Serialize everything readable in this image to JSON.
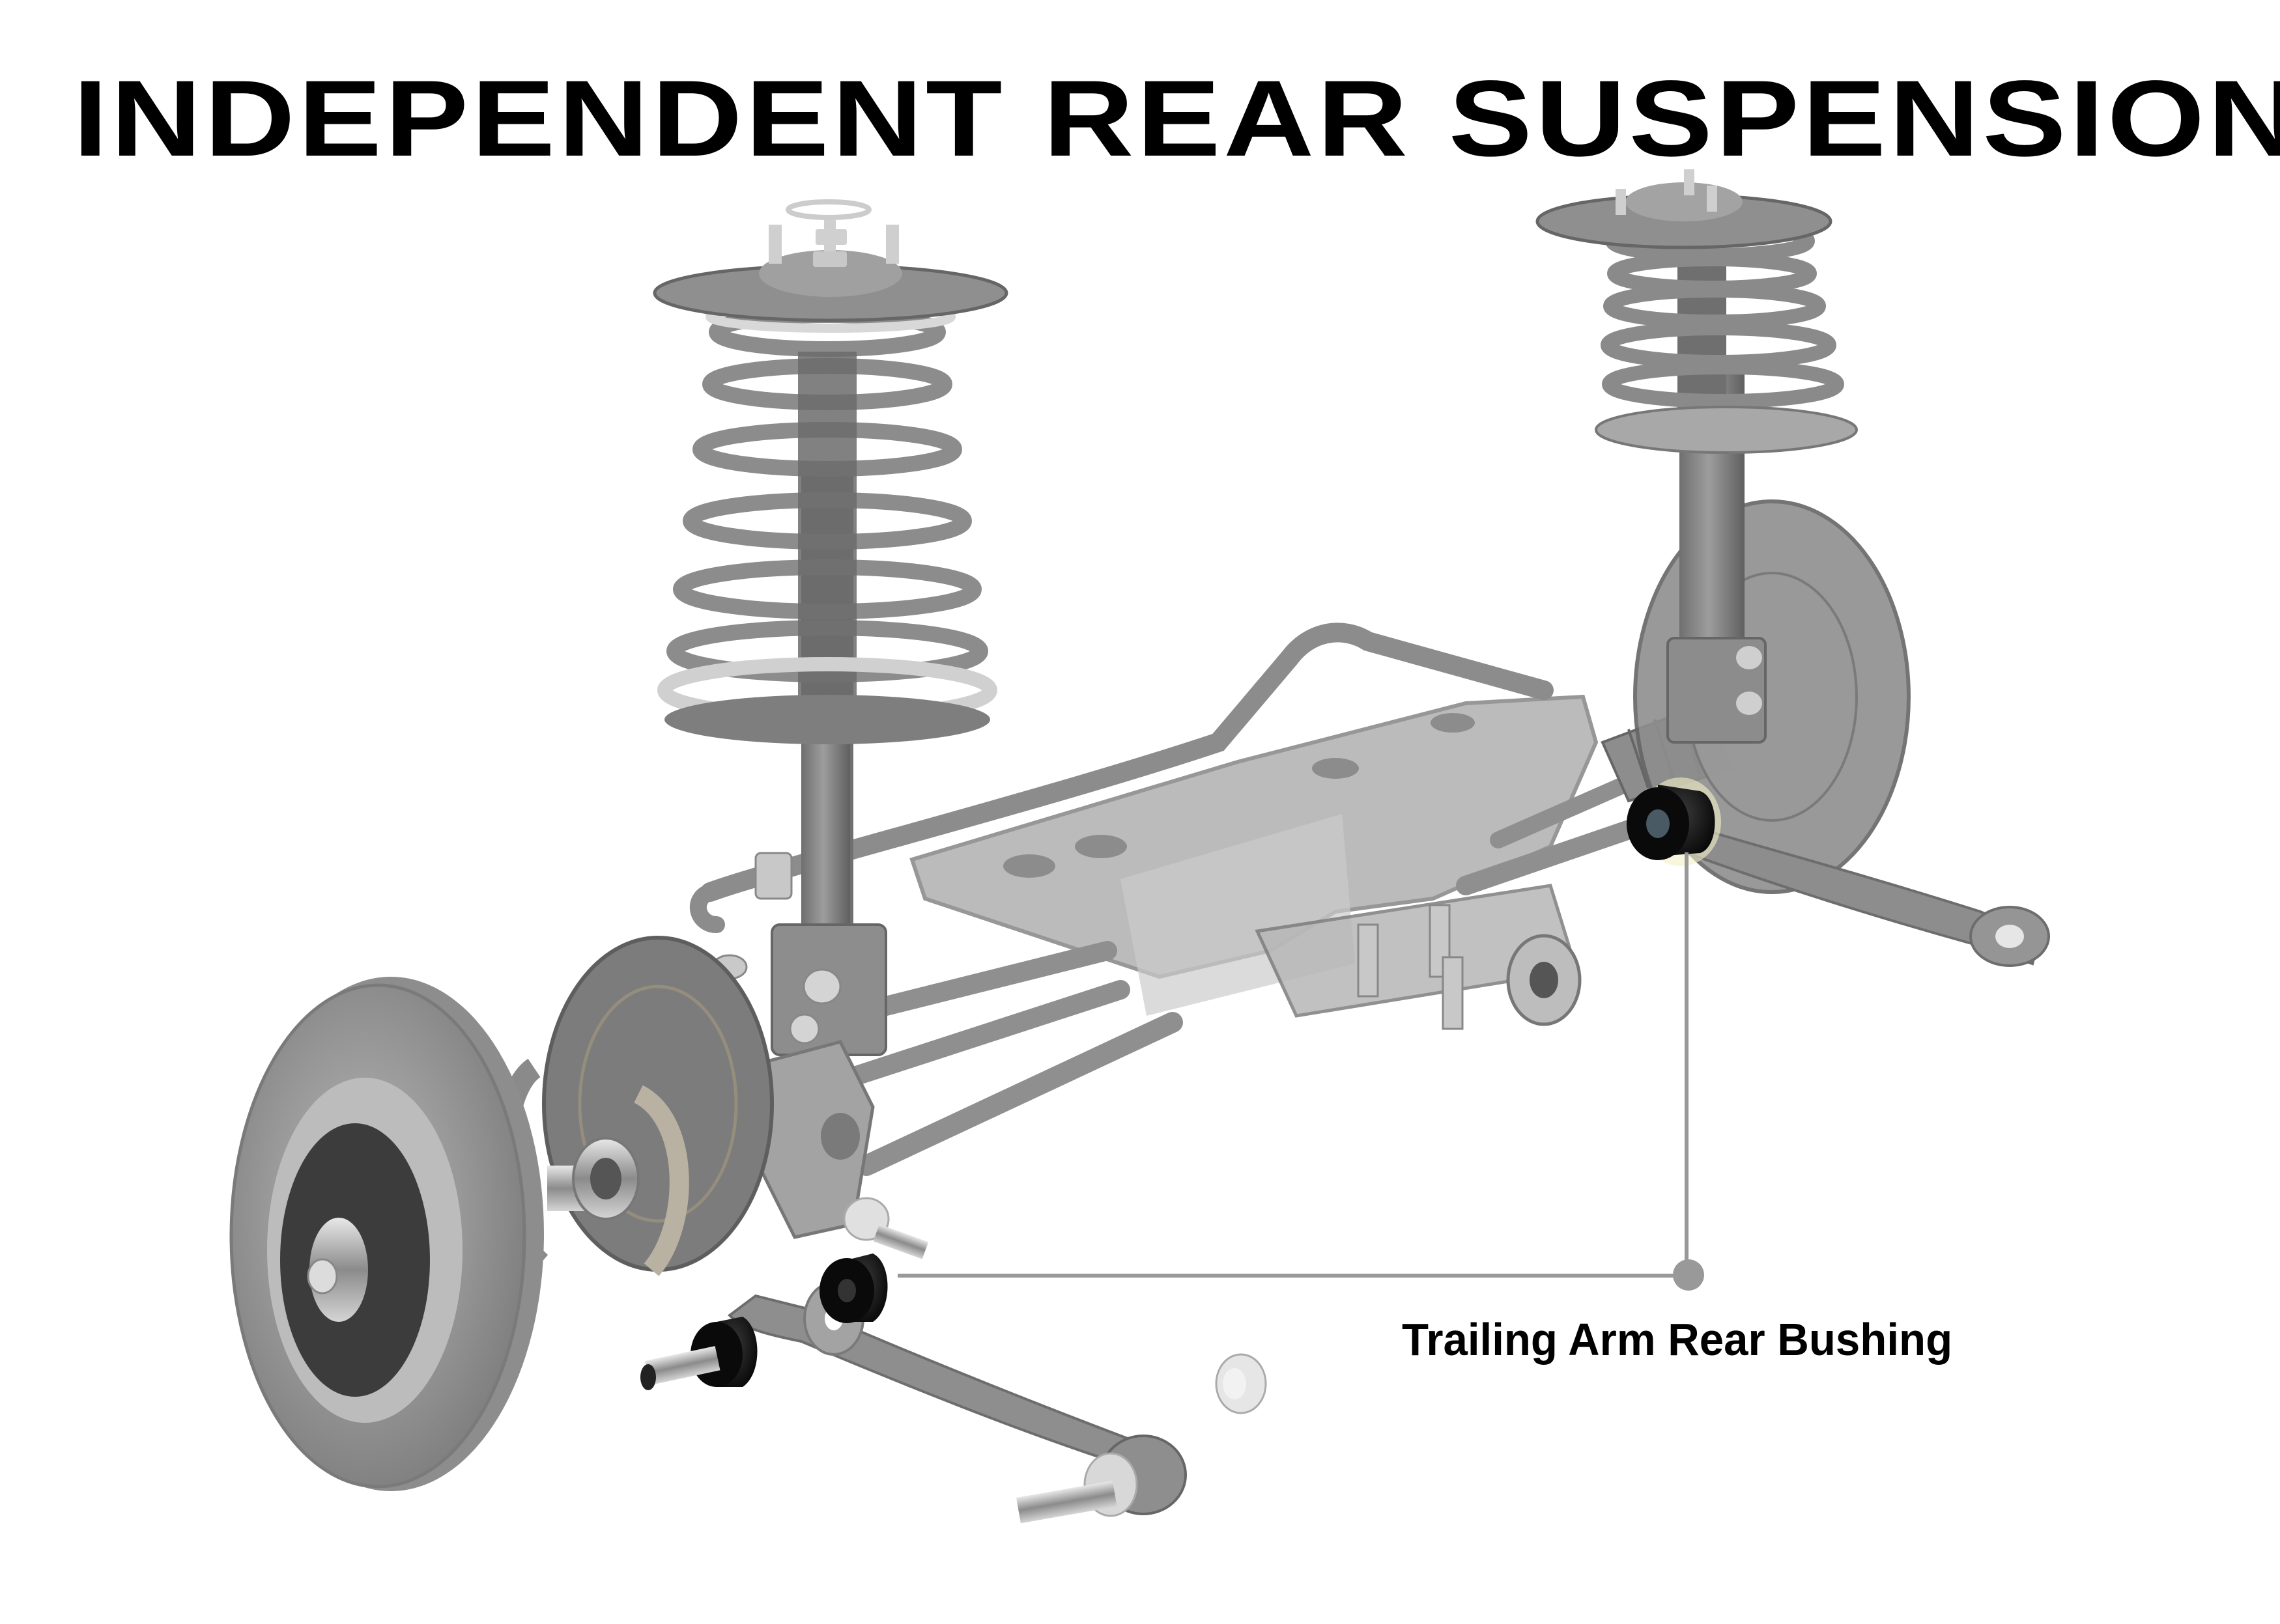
{
  "title": "INDEPENDENT REAR SUSPENSION",
  "callouts": [
    {
      "label": "Trailing Arm Rear Bushing",
      "leader_color": "#999999"
    }
  ],
  "colors": {
    "background": "#ffffff",
    "title_text": "#000000",
    "component_gray": "#8a8a8a",
    "component_dark": "#5e5e5e",
    "component_light": "#c9c9c9",
    "bushing_black": "#0d0d0d",
    "leader_line": "#999999"
  },
  "components": [
    "left-strut-assembly",
    "right-strut-assembly",
    "coil-spring",
    "top-mount",
    "subframe",
    "sway-bar",
    "brake-rotor",
    "hub-bearing",
    "backing-plate",
    "brake-shoes",
    "trailing-arm",
    "lateral-links",
    "knuckle",
    "drive-shaft-boot",
    "differential-mount",
    "trailing-arm-rear-bushing"
  ]
}
